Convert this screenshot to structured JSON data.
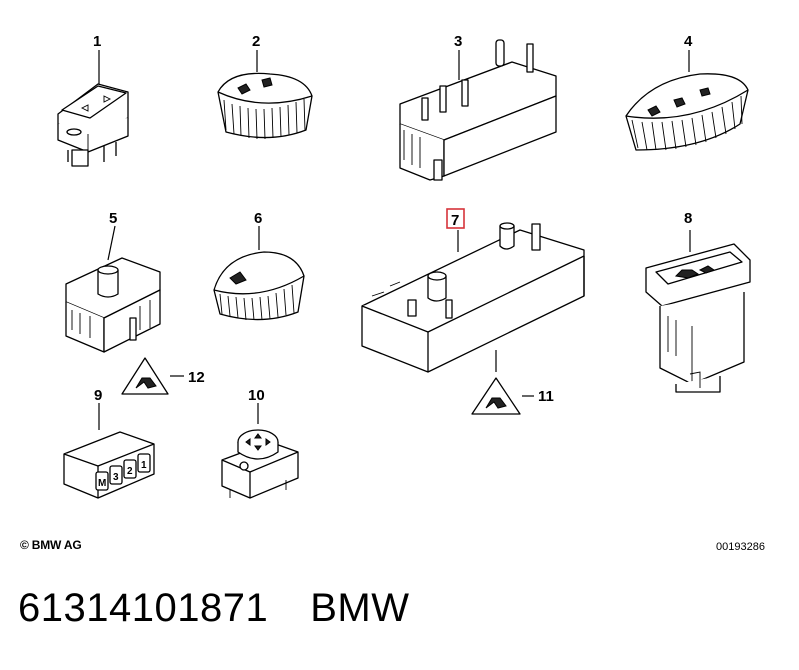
{
  "callouts": {
    "c1": "1",
    "c2": "2",
    "c3": "3",
    "c4": "4",
    "c5": "5",
    "c6": "6",
    "c7": "7",
    "c8": "8",
    "c9": "9",
    "c10": "10",
    "c11": "11",
    "c12": "12"
  },
  "switch9_labels": [
    "M",
    "3",
    "2",
    "1"
  ],
  "highlighted_callout": "7",
  "highlight_color": "#d6333a",
  "copyright": "© BMW AG",
  "drawing_number": "00193286",
  "part_number": "61314101871",
  "brand": "BMW"
}
